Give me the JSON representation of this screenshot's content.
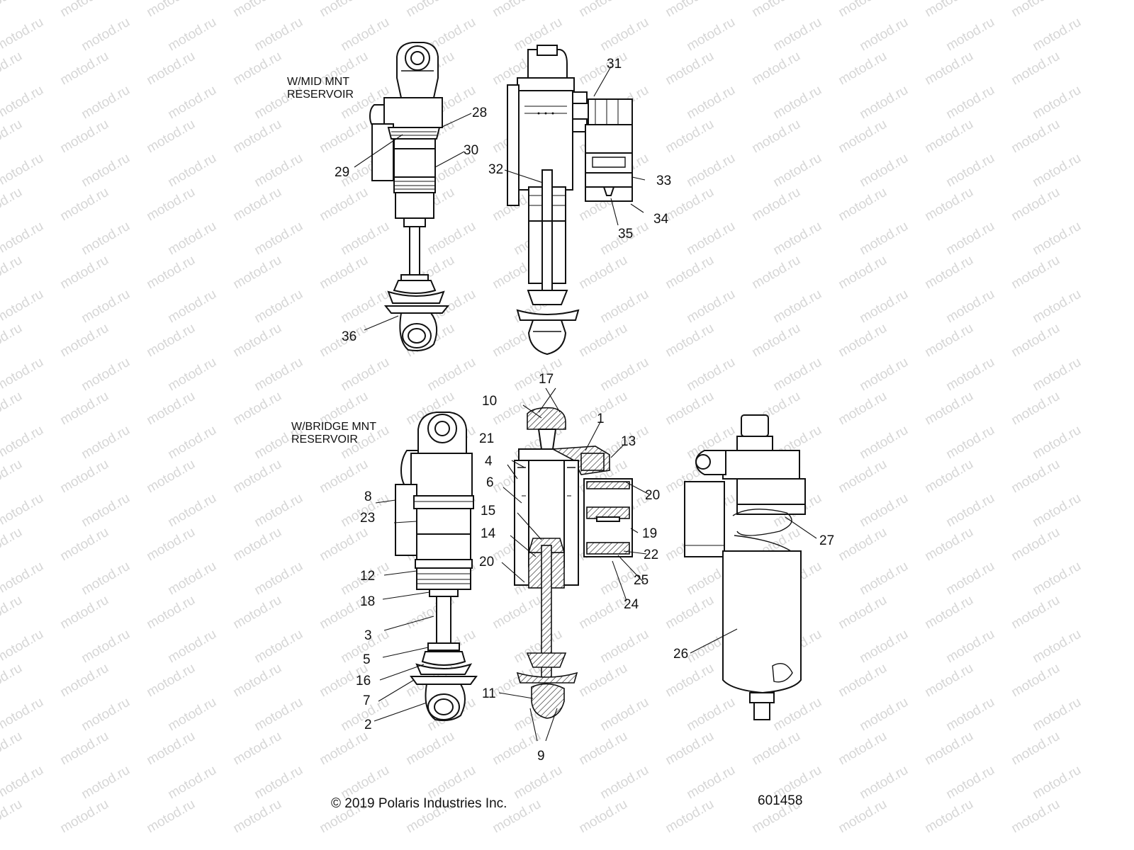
{
  "watermark": "motod.ru",
  "sections": {
    "mid_mount": {
      "line1": "W/MID MNT",
      "line2": "RESERVOIR"
    },
    "bridge_mount": {
      "line1": "W/BRIDGE MNT",
      "line2": "RESERVOIR"
    }
  },
  "callouts": {
    "c1": "1",
    "c2": "2",
    "c3": "3",
    "c4": "4",
    "c5": "5",
    "c6": "6",
    "c7": "7",
    "c8": "8",
    "c9": "9",
    "c10": "10",
    "c11": "11",
    "c12": "12",
    "c13": "13",
    "c14": "14",
    "c15": "15",
    "c16": "16",
    "c17": "17",
    "c18": "18",
    "c19": "19",
    "c20a": "20",
    "c20b": "20",
    "c21": "21",
    "c22": "22",
    "c23": "23",
    "c24": "24",
    "c25": "25",
    "c26": "26",
    "c27": "27",
    "c28": "28",
    "c29": "29",
    "c30": "30",
    "c31": "31",
    "c32": "32",
    "c33": "33",
    "c34": "34",
    "c35": "35",
    "c36": "36"
  },
  "footer": {
    "copyright": "© 2019 Polaris Industries Inc.",
    "diagram_number": "601458"
  }
}
